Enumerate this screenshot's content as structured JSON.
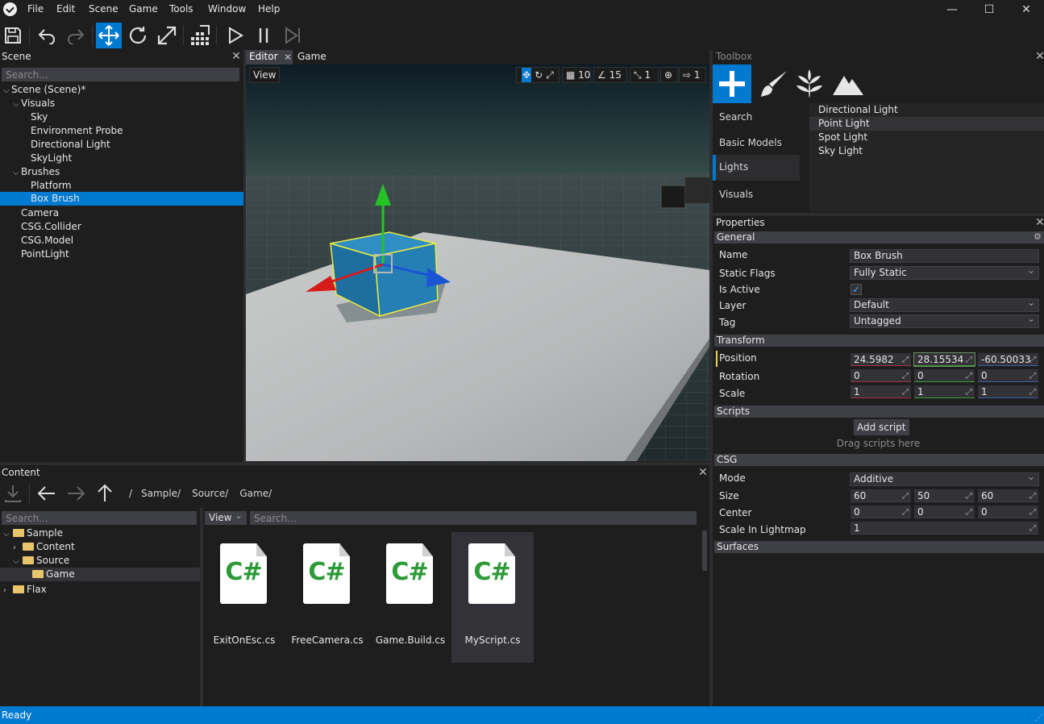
{
  "menu": {
    "items": [
      "File",
      "Edit",
      "Scene",
      "Game",
      "Tools",
      "Window",
      "Help"
    ],
    "minimize": "—",
    "maximize": "☐",
    "close": "✕"
  },
  "scene_panel": {
    "title": "Scene",
    "search_placeholder": "Search...",
    "tree": [
      {
        "label": "Scene (Scene)*",
        "indent": 0,
        "arrow": "open"
      },
      {
        "label": "Visuals",
        "indent": 1,
        "arrow": "open"
      },
      {
        "label": "Sky",
        "indent": 2,
        "arrow": "none"
      },
      {
        "label": "Environment Probe",
        "indent": 2,
        "arrow": "none"
      },
      {
        "label": "Directional Light",
        "indent": 2,
        "arrow": "none"
      },
      {
        "label": "SkyLight",
        "indent": 2,
        "arrow": "none"
      },
      {
        "label": "Brushes",
        "indent": 1,
        "arrow": "open"
      },
      {
        "label": "Platform",
        "indent": 2,
        "arrow": "none"
      },
      {
        "label": "Box Brush",
        "indent": 2,
        "arrow": "none",
        "selected": true
      },
      {
        "label": "Camera",
        "indent": 1,
        "arrow": "none"
      },
      {
        "label": "CSG.Collider",
        "indent": 1,
        "arrow": "none"
      },
      {
        "label": "CSG.Model",
        "indent": 1,
        "arrow": "none"
      },
      {
        "label": "PointLight",
        "indent": 1,
        "arrow": "none"
      }
    ]
  },
  "tabs": {
    "editor": "Editor",
    "game": "Game"
  },
  "viewport": {
    "view_label": "View",
    "grid_value": "10",
    "angle_value": "15",
    "scale_value": "1",
    "speed_value": "1"
  },
  "toolbox": {
    "title": "Toolbox",
    "categories": [
      "Search",
      "Basic Models",
      "Lights",
      "Visuals"
    ],
    "selected_category": "Lights",
    "items": [
      "Directional Light",
      "Point Light",
      "Spot Light",
      "Sky Light"
    ],
    "highlighted_item": "Point Light"
  },
  "properties": {
    "title": "Properties",
    "general": {
      "header": "General",
      "name_label": "Name",
      "name_value": "Box Brush",
      "static_label": "Static Flags",
      "static_value": "Fully Static",
      "active_label": "Is Active",
      "active_checked": true,
      "layer_label": "Layer",
      "layer_value": "Default",
      "tag_label": "Tag",
      "tag_value": "Untagged"
    },
    "transform": {
      "header": "Transform",
      "position_label": "Position",
      "position": [
        "24.5982",
        "28.15534",
        "-60.50033"
      ],
      "rotation_label": "Rotation",
      "rotation": [
        "0",
        "0",
        "0"
      ],
      "scale_label": "Scale",
      "scale": [
        "1",
        "1",
        "1"
      ]
    },
    "scripts": {
      "header": "Scripts",
      "add_button": "Add script",
      "hint": "Drag scripts here"
    },
    "csg": {
      "header": "CSG",
      "mode_label": "Mode",
      "mode_value": "Additive",
      "size_label": "Size",
      "size": [
        "60",
        "50",
        "60"
      ],
      "center_label": "Center",
      "center": [
        "0",
        "0",
        "0"
      ],
      "lightmap_label": "Scale In Lightmap",
      "lightmap_value": "1"
    },
    "surfaces": {
      "header": "Surfaces"
    }
  },
  "content": {
    "title": "Content",
    "breadcrumb": [
      "/",
      "Sample/",
      "Source/",
      "Game/"
    ],
    "tree_search_placeholder": "Search...",
    "files_search_placeholder": "Search...",
    "view_label": "View",
    "tree": [
      {
        "label": "Sample",
        "indent": 0,
        "arrow": "open"
      },
      {
        "label": "Content",
        "indent": 1,
        "arrow": "closed"
      },
      {
        "label": "Source",
        "indent": 1,
        "arrow": "open"
      },
      {
        "label": "Game",
        "indent": 2,
        "arrow": "none",
        "selected": true
      },
      {
        "label": "Flax",
        "indent": 0,
        "arrow": "closed"
      }
    ],
    "files": [
      {
        "name": "ExitOnEsc.cs",
        "badge": "C#"
      },
      {
        "name": "FreeCamera.cs",
        "badge": "C#"
      },
      {
        "name": "Game.Build.cs",
        "badge": "C#"
      },
      {
        "name": "MyScript.cs",
        "badge": "C#",
        "selected": true
      }
    ]
  },
  "status": {
    "text": "Ready"
  },
  "colors": {
    "accent": "#0079d1",
    "panel": "#1e1e1e",
    "field": "#333337",
    "group": "#3f3f46"
  }
}
